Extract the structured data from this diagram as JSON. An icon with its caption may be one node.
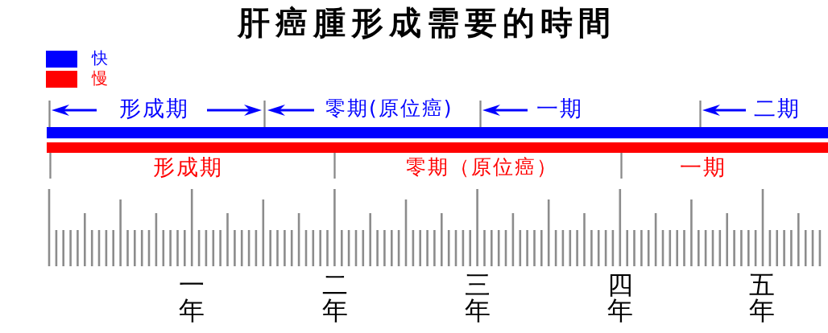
{
  "diagram": {
    "title": "肝癌腫形成需要的時間",
    "nodes": [
      {
        "text": [],
        "shape": "bar"
      },
      {
        "text": [],
        "shape": "bar"
      }
    ],
    "labels": [
      "形成期",
      "零期(原位癌)",
      "一期",
      "二期",
      "形成期",
      "零期（原位癌）",
      "一期",
      "一年",
      "二年",
      "三年",
      "四年",
      "五年"
    ],
    "legend": [
      {
        "text": "快",
        "color": "#0000ff"
      },
      {
        "text": "慢",
        "color": "#ff0000"
      }
    ]
  }
}
